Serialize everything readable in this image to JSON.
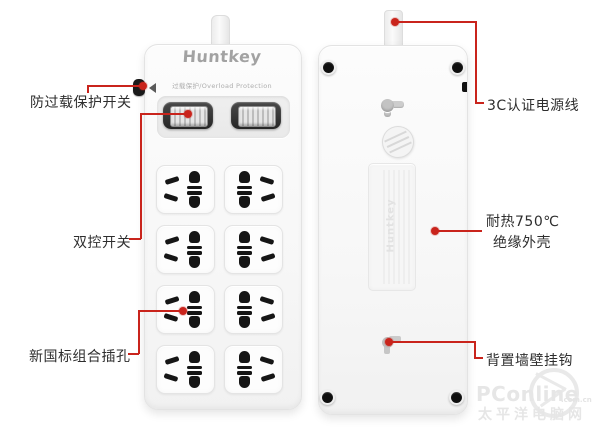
{
  "product": {
    "brand": "Huntkey",
    "overload_text": "过载保护/Overload Protection"
  },
  "callouts": {
    "overload_switch": "防过载保护开关",
    "dual_switch": "双控开关",
    "new_standard_socket": "新国标组合插孔",
    "power_cord": "3C认证电源线",
    "heat_line1": "耐热750℃",
    "heat_line2": "绝缘外壳",
    "wall_hook": "背置墙壁挂钩"
  },
  "watermark": {
    "brand": "PConline",
    "suffix": ".com.cn",
    "chinese": "太平洋电脑网"
  },
  "colors": {
    "accent_red": "#c9241c",
    "body_white": "#f8f8f8",
    "pin_black": "#161616"
  }
}
